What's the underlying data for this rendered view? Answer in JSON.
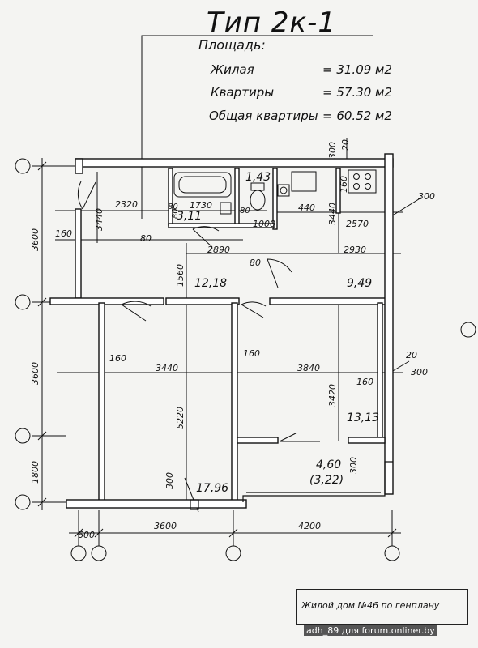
{
  "header": {
    "title": "Тип 2к-1",
    "area_heading": "Площадь:",
    "rows": [
      {
        "label": "Жилая",
        "value": "= 31.09 м2"
      },
      {
        "label": "Квартиры",
        "value": "= 57.30 м2"
      },
      {
        "label": "Общая квартиры",
        "value": "= 60.52 м2"
      }
    ]
  },
  "rooms": {
    "bath": "3,11",
    "wc": "1,43",
    "hall": "12,18",
    "kitchen": "9,49",
    "bedroom": "13,13",
    "living": "17,96",
    "balcony": "4,60",
    "balcony_reduced": "(3,22)"
  },
  "dimensions": {
    "d3440_left": "3440",
    "d2320": "2320",
    "d80_bath1": "80",
    "d80_bath2": "80",
    "d1730": "1730",
    "d1000": "1000",
    "d440": "440",
    "d3440_right": "3440",
    "d2570": "2570",
    "d300_top": "300",
    "d20_top": "20",
    "d160_top": "160",
    "d300_rt": "300",
    "d160_left": "160",
    "d80_hall": "80",
    "d2890": "2890",
    "d2930": "2930",
    "d80_mid": "80",
    "d1560": "1560",
    "d160_lr": "160",
    "d3440_mid": "3440",
    "d160_br": "160",
    "d3840": "3840",
    "d20_br": "20",
    "d160_br2": "160",
    "d300_br": "300",
    "d5220": "5220",
    "d3420": "3420",
    "d300_balc": "300",
    "d300_lv": "300",
    "axis_3600_a": "3600",
    "axis_3600_b": "3600",
    "axis_1800": "1800",
    "axis_600": "600",
    "axis_3600_x": "3600",
    "axis_4200": "4200"
  },
  "caption": "Жилой дом №46 по генплану",
  "watermark": "adh_89 для forum.onliner.by"
}
